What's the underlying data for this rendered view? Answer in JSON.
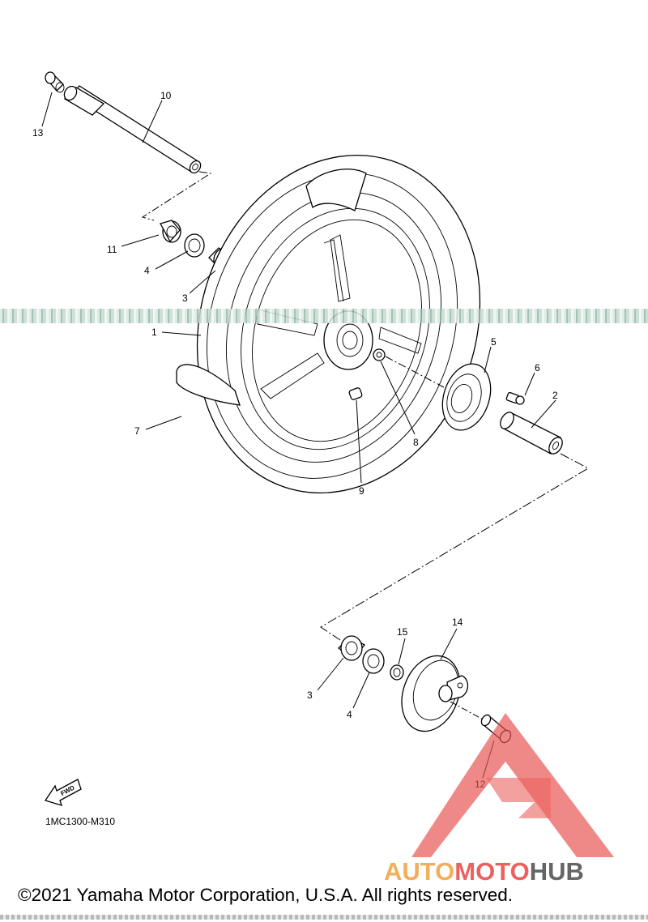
{
  "diagram": {
    "drawing_code": "1MC1300-M310",
    "fwd_label": "FWD",
    "part_callouts": [
      "1",
      "2",
      "3",
      "3",
      "4",
      "4",
      "5",
      "6",
      "7",
      "8",
      "9",
      "10",
      "11",
      "12",
      "13",
      "14",
      "15"
    ]
  },
  "footer": {
    "copyright": "©2021 Yamaha Motor Corporation, U.S.A. All rights reserved."
  },
  "watermark": {
    "text_part1": "AUTO",
    "text_part2": "MOTO",
    "text_part3": "HUB",
    "color_red": "#e8514f",
    "color_orange": "#f2a64a",
    "color_dark": "#555555"
  }
}
